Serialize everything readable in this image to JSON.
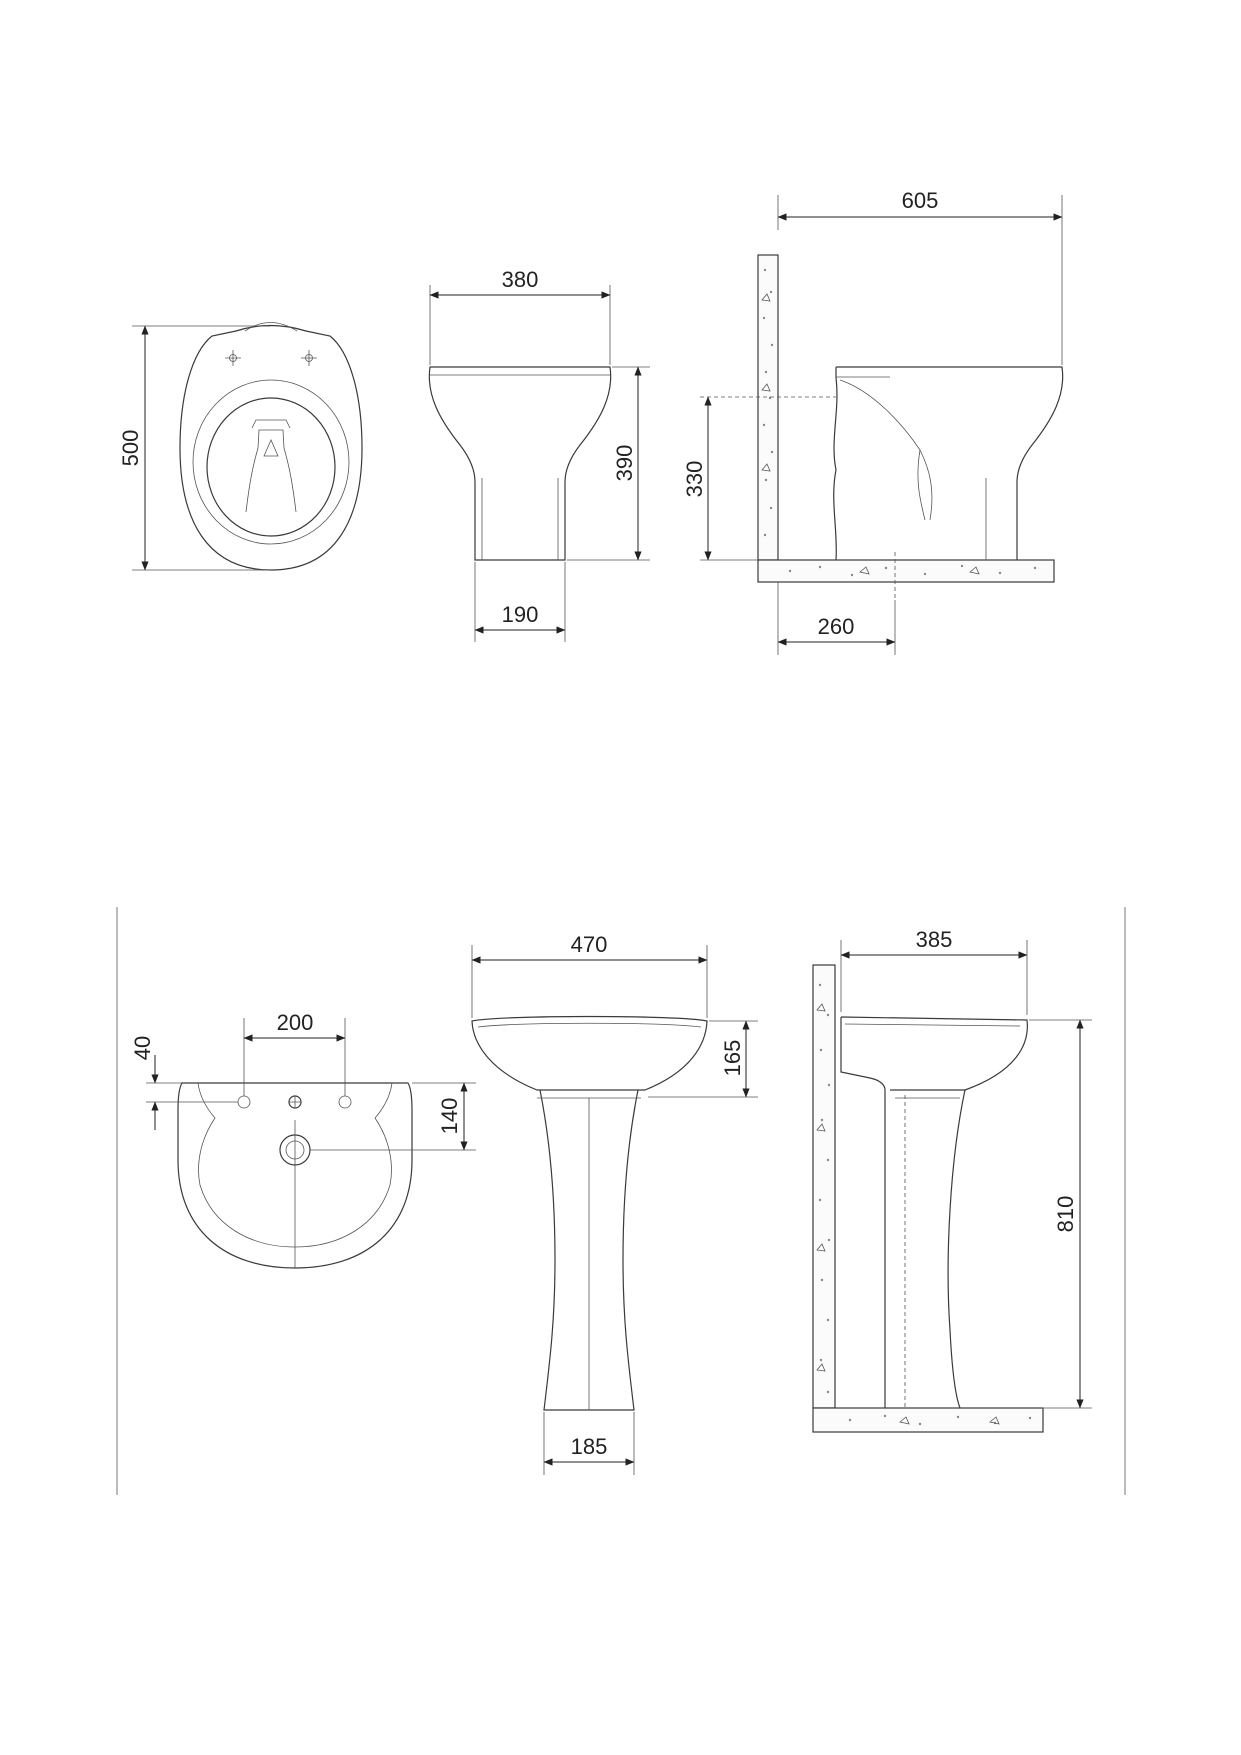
{
  "wc": {
    "top_view": {
      "length": "500"
    },
    "front_view": {
      "width": "380",
      "height": "390",
      "base_width": "190"
    },
    "side_view": {
      "depth": "605",
      "outlet_height": "330",
      "outlet_distance": "260"
    }
  },
  "basin": {
    "top_view": {
      "tap_hole_spacing": "200",
      "tap_hole_offset": "40",
      "waste_offset": "140"
    },
    "front_view": {
      "width": "470",
      "bowl_depth": "165",
      "pedestal_base": "185"
    },
    "side_view": {
      "depth": "385",
      "height": "810"
    }
  }
}
